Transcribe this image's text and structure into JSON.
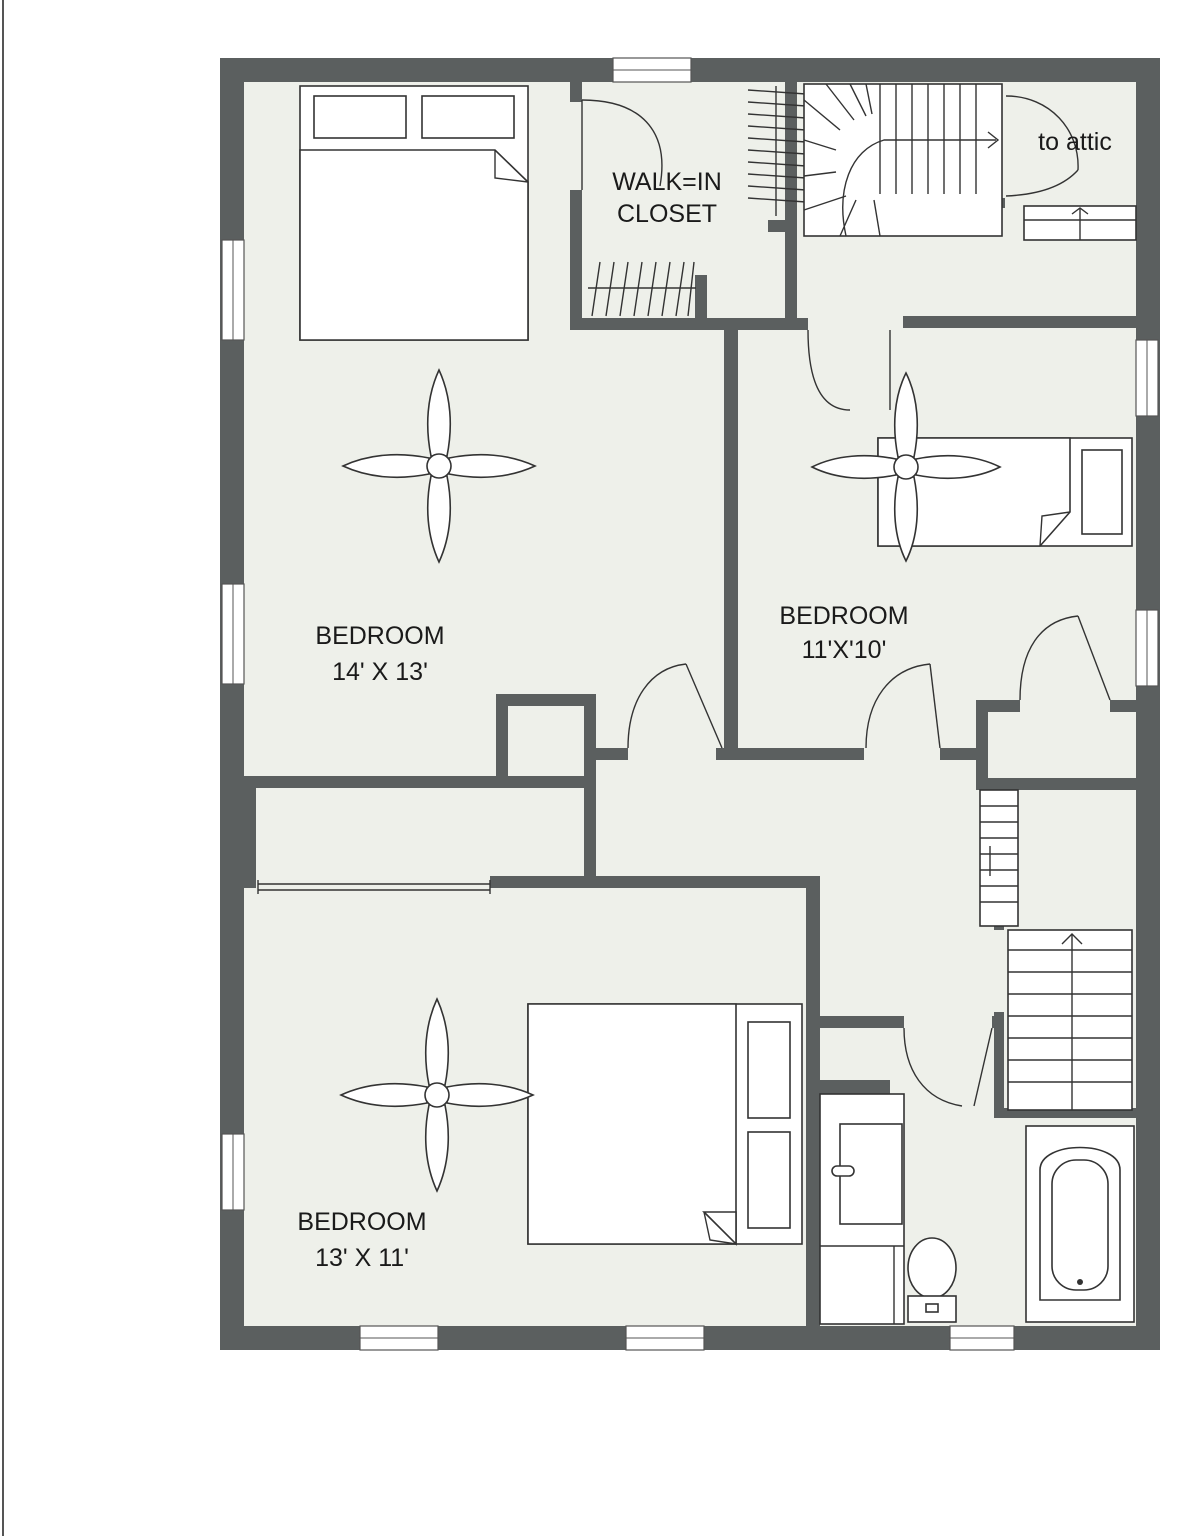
{
  "labels": {
    "bedroom1_name": "BEDROOM",
    "bedroom1_size": "14' X 13'",
    "bedroom2_name": "BEDROOM",
    "bedroom2_size": "11'X'10'",
    "bedroom3_name": "BEDROOM",
    "bedroom3_size": "13' X 11'",
    "closet_line1": "WALK=IN",
    "closet_line2": "CLOSET",
    "attic": "to attic"
  },
  "colors": {
    "wall": "#5b5f5f",
    "floor": "#eef0ea",
    "fixture": "#ffffff",
    "line": "#333333"
  },
  "icons": [
    "ceiling-fan-icon",
    "bed-icon",
    "bathtub-icon",
    "toilet-icon",
    "sink-icon",
    "stairs-icon",
    "door-swing-icon",
    "window-icon"
  ]
}
